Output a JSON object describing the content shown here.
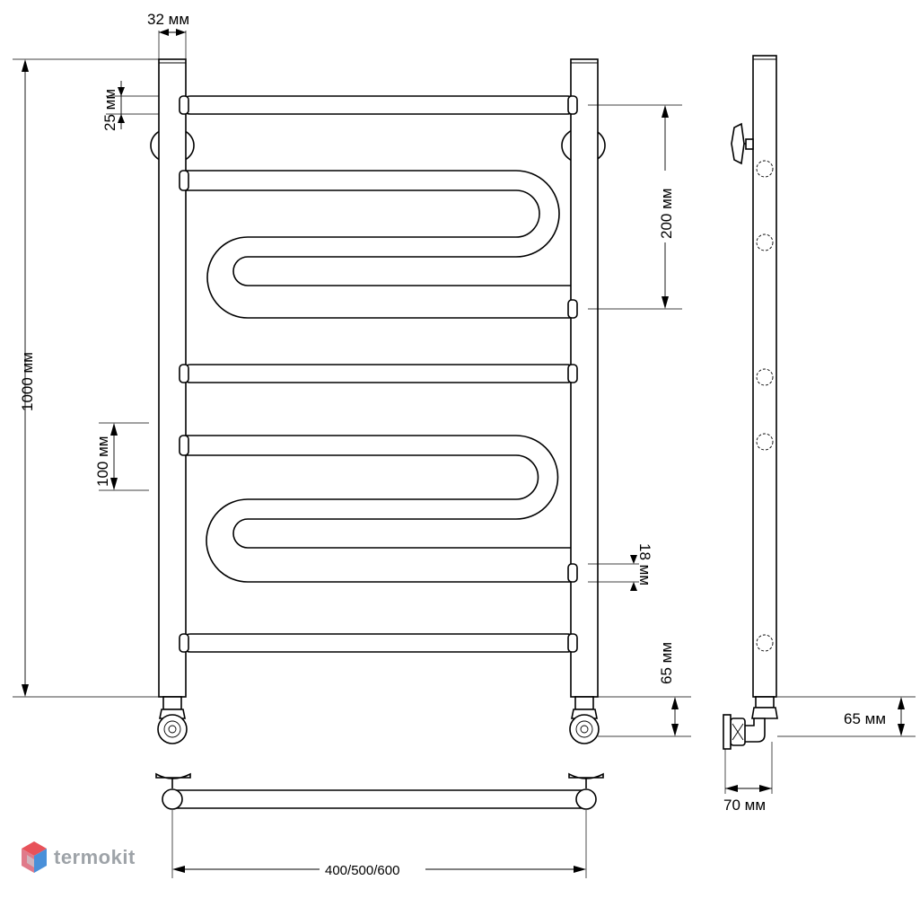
{
  "brand": {
    "name": "termokit",
    "logo_colors": [
      "#e8525a",
      "#4a90d9",
      "#c9ccd1"
    ]
  },
  "dimensions": {
    "pipe_diameter": "32 мм",
    "top_offset": "25 мм",
    "total_height": "1000 мм",
    "rung_spacing": "100 мм",
    "section_spacing": "200 мм",
    "rung_diameter": "18 мм",
    "bottom_offset": "65 мм",
    "side_bottom_offset": "65 мм",
    "wall_distance": "70 мм",
    "width_options": "400/500/600"
  }
}
